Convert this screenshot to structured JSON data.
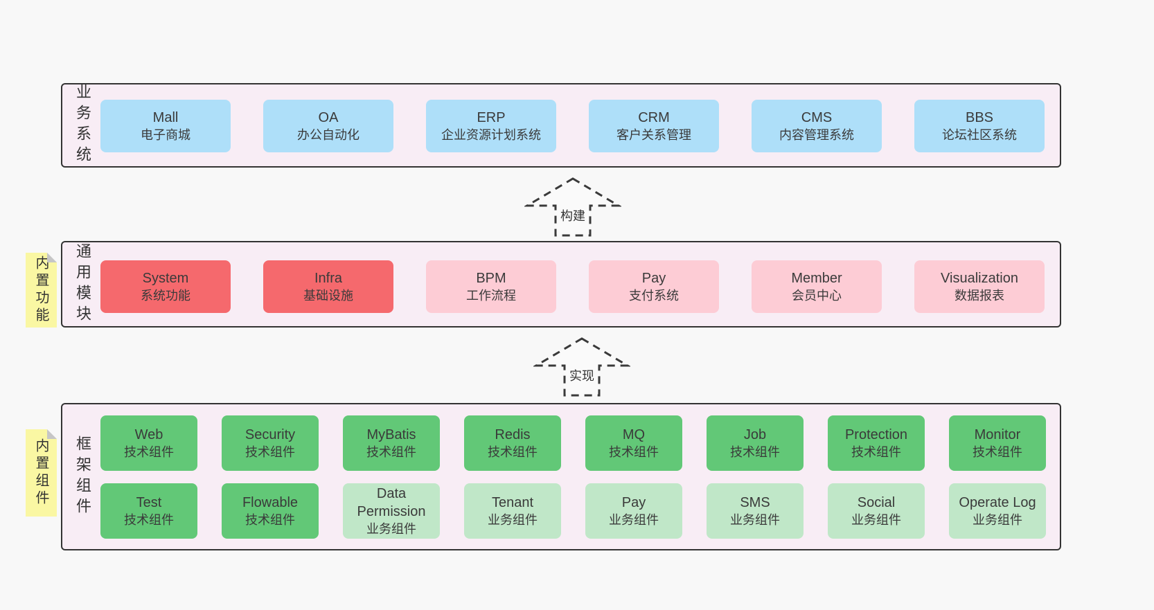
{
  "colors": {
    "page": "#f8f8f8",
    "bandbg": "#f8edf5",
    "border": "#333333",
    "note": "#faf7a3",
    "text": "#3a3a3a",
    "blue": "#aedff9",
    "red": "#f5696d",
    "pink": "#fdccd5",
    "green": "#62c877",
    "lightgreen": "#c0e7c8"
  },
  "arrows": [
    {
      "label": "构建"
    },
    {
      "label": "实现"
    }
  ],
  "bands": [
    {
      "label": "业务系统",
      "rows": [
        [
          {
            "en": "Mall",
            "zh": "电子商城",
            "type": "blue"
          },
          {
            "en": "OA",
            "zh": "办公自动化",
            "type": "blue"
          },
          {
            "en": "ERP",
            "zh": "企业资源计划系统",
            "type": "blue"
          },
          {
            "en": "CRM",
            "zh": "客户关系管理",
            "type": "blue"
          },
          {
            "en": "CMS",
            "zh": "内容管理系统",
            "type": "blue"
          },
          {
            "en": "BBS",
            "zh": "论坛社区系统",
            "type": "blue"
          }
        ]
      ]
    },
    {
      "label": "通用模块",
      "note": "内置功能",
      "rows": [
        [
          {
            "en": "System",
            "zh": "系统功能",
            "type": "red"
          },
          {
            "en": "Infra",
            "zh": "基础设施",
            "type": "red"
          },
          {
            "en": "BPM",
            "zh": "工作流程",
            "type": "pink"
          },
          {
            "en": "Pay",
            "zh": "支付系统",
            "type": "pink"
          },
          {
            "en": "Member",
            "zh": "会员中心",
            "type": "pink"
          },
          {
            "en": "Visualization",
            "zh": "数据报表",
            "type": "pink"
          }
        ]
      ]
    },
    {
      "label": "框架组件",
      "note": "内置组件",
      "rows": [
        [
          {
            "en": "Web",
            "zh": "技术组件",
            "type": "green"
          },
          {
            "en": "Security",
            "zh": "技术组件",
            "type": "green"
          },
          {
            "en": "MyBatis",
            "zh": "技术组件",
            "type": "green"
          },
          {
            "en": "Redis",
            "zh": "技术组件",
            "type": "green"
          },
          {
            "en": "MQ",
            "zh": "技术组件",
            "type": "green"
          },
          {
            "en": "Job",
            "zh": "技术组件",
            "type": "green"
          },
          {
            "en": "Protection",
            "zh": "技术组件",
            "type": "green"
          },
          {
            "en": "Monitor",
            "zh": "技术组件",
            "type": "green"
          }
        ],
        [
          {
            "en": "Test",
            "zh": "技术组件",
            "type": "green"
          },
          {
            "en": "Flowable",
            "zh": "技术组件",
            "type": "green"
          },
          {
            "en": "Data Permission",
            "zh": "业务组件",
            "type": "lightgreen"
          },
          {
            "en": "Tenant",
            "zh": "业务组件",
            "type": "lightgreen"
          },
          {
            "en": "Pay",
            "zh": "业务组件",
            "type": "lightgreen"
          },
          {
            "en": "SMS",
            "zh": "业务组件",
            "type": "lightgreen"
          },
          {
            "en": "Social",
            "zh": "业务组件",
            "type": "lightgreen"
          },
          {
            "en": "Operate Log",
            "zh": "业务组件",
            "type": "lightgreen"
          }
        ]
      ]
    }
  ]
}
